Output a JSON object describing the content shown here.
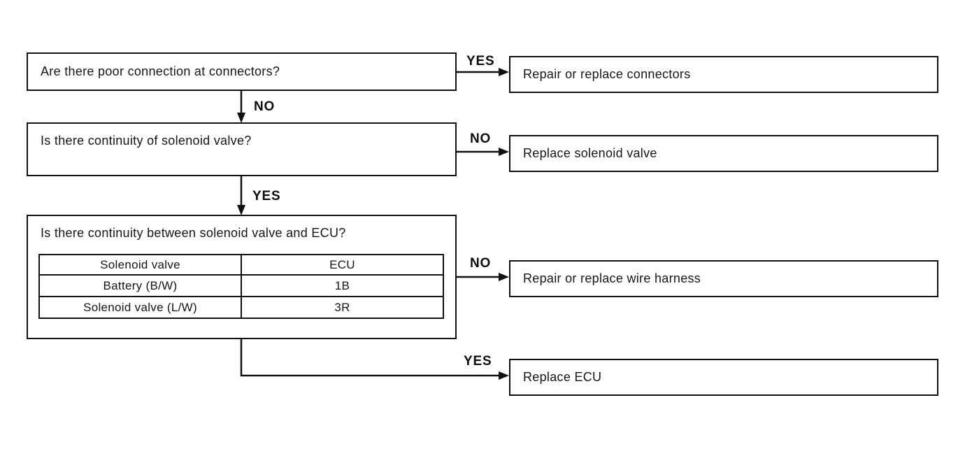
{
  "diagram": {
    "kind": "troubleshooting-flowchart",
    "colors": {
      "line": "#111111",
      "background": "#ffffff",
      "text": "#161616"
    },
    "questions": {
      "q1": "Are there poor connection at connectors?",
      "q2": "Is there continuity of solenoid valve?",
      "q3": "Is there continuity between solenoid valve and ECU?"
    },
    "actions": {
      "a1": "Repair or replace connectors",
      "a2": "Replace solenoid valve",
      "a3": "Repair or replace wire harness",
      "a4": "Replace ECU"
    },
    "labels": {
      "q1_yes": "YES",
      "q1_no": "NO",
      "q2_no": "NO",
      "q2_yes": "YES",
      "q3_no": "NO",
      "q3_yes": "YES"
    },
    "table": {
      "headers": [
        "Solenoid valve",
        "ECU"
      ],
      "rows": [
        [
          "Battery (B/W)",
          "1B"
        ],
        [
          "Solenoid valve (L/W)",
          "3R"
        ]
      ]
    }
  }
}
